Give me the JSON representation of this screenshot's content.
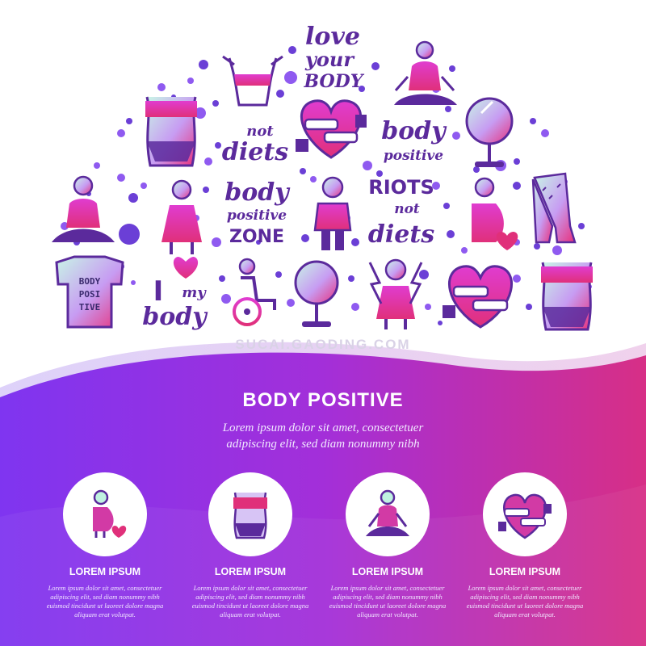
{
  "header": {
    "title": "BODY POSITIVE",
    "subtitle_line1": "Lorem ipsum dolor sit amet, consectetuer",
    "subtitle_line2": "adipiscing elit, sed diam nonummy nibh"
  },
  "phrases": {
    "love_your_body": [
      "love",
      "your",
      "BODY"
    ],
    "not_diets": [
      "not",
      "diets"
    ],
    "body_positive": [
      "body",
      "positive"
    ],
    "body_positive_zone": [
      "body",
      "positive",
      "ZONE"
    ],
    "riots_not_diets": [
      "RIOTS",
      "not",
      "diets"
    ],
    "i_love_my_body": [
      "I",
      "my",
      "body"
    ],
    "shirt_text": [
      "BODY",
      "POSI",
      "TIVE"
    ]
  },
  "watermark": "SUCAI.GAODING.COM",
  "features": [
    {
      "icon": "pregnant-woman-heart-icon",
      "title": "LOREM IPSUM",
      "text": [
        "Lorem ipsum dolor sit amet, consectetuer",
        "adipiscing elit, sed diam nonummy nibh",
        "euismod tincidunt ut laoreet dolore magna",
        "aliquam erat volutpat."
      ]
    },
    {
      "icon": "torso-swimsuit-icon",
      "title": "LOREM IPSUM",
      "text": [
        "Lorem ipsum dolor sit amet, consectetuer",
        "adipiscing elit, sed diam nonummy nibh",
        "euismod tincidunt ut laoreet dolore magna",
        "aliquam erat volutpat."
      ]
    },
    {
      "icon": "meditating-woman-icon",
      "title": "LOREM IPSUM",
      "text": [
        "Lorem ipsum dolor sit amet, consectetuer",
        "adipiscing elit, sed diam nonummy nibh",
        "euismod tincidunt ut laoreet dolore magna",
        "aliquam erat volutpat."
      ]
    },
    {
      "icon": "heart-handshake-icon",
      "title": "LOREM IPSUM",
      "text": [
        "Lorem ipsum dolor sit amet, consectetuer",
        "adipiscing elit, sed diam nonummy nibh",
        "euismod tincidunt ut laoreet dolore magna",
        "aliquam erat volutpat."
      ]
    }
  ],
  "colors": {
    "purple": "#5b2a9c",
    "pink": "#e0307a",
    "violet": "#7a3fe0",
    "mint": "#bff2e0"
  }
}
